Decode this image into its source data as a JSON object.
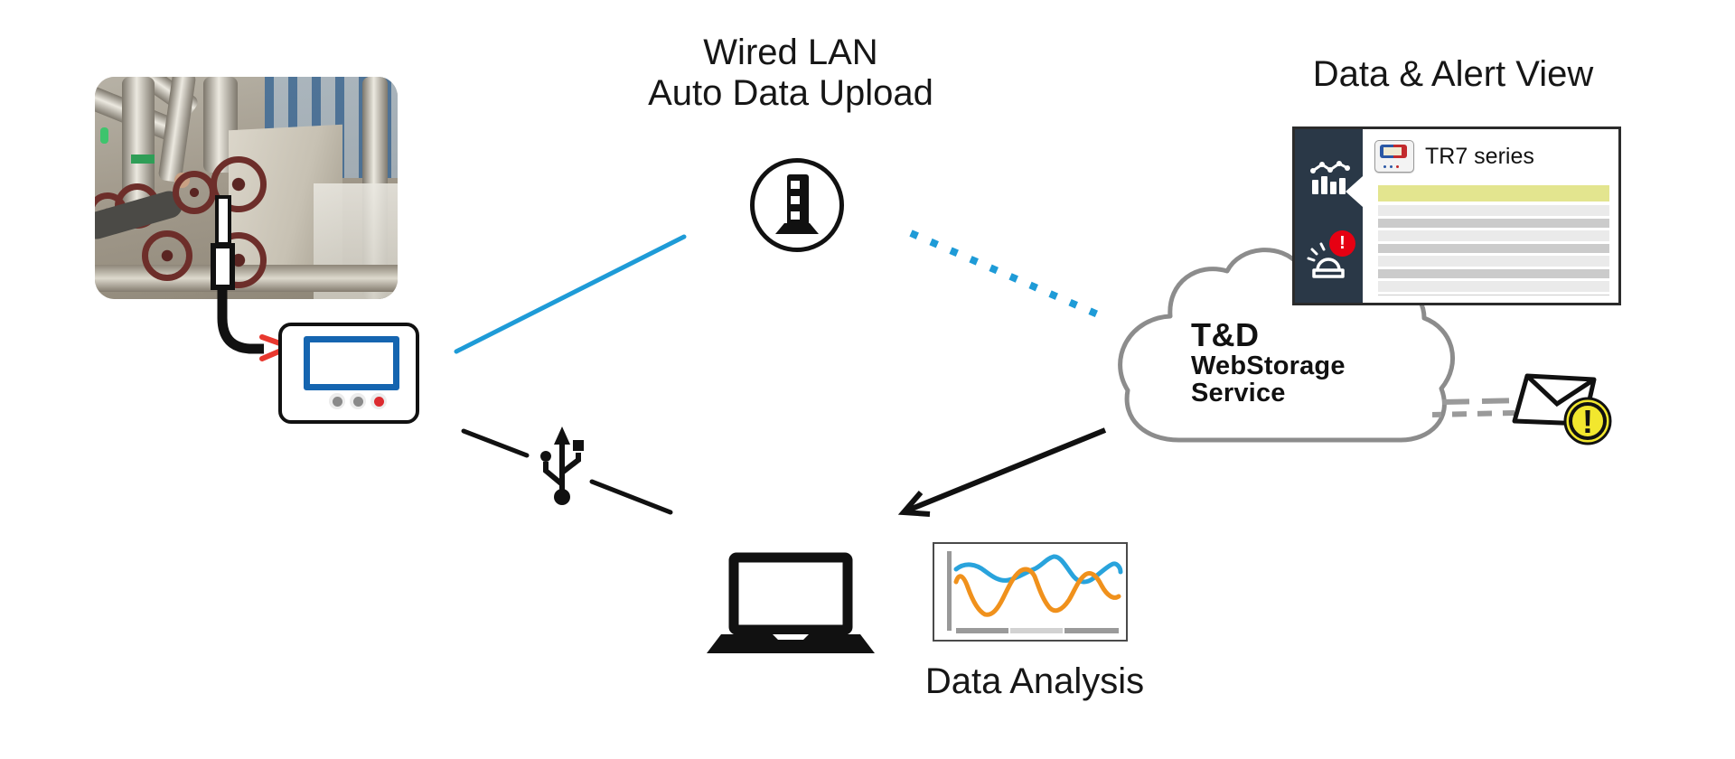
{
  "titles": {
    "wired_lan_1": "Wired LAN",
    "wired_lan_2": "Auto Data Upload",
    "data_alert": "Data & Alert View",
    "analysis": "Data Analysis"
  },
  "panel": {
    "device_label": "TR7 series",
    "alert_badge": "!"
  },
  "cloud": {
    "line1": "T&D",
    "line2": "WebStorage",
    "line3": "Service"
  },
  "mail": {
    "warning_badge": "!"
  },
  "colors": {
    "link_blue": "#1E9BD7",
    "logger_screen_blue": "#1565B0",
    "alert_red": "#E60012",
    "warning_yellow": "#F2E72E",
    "panel_navy": "#2A3847",
    "table_header_yellow": "#E3E58F",
    "chart_line_blue": "#29A3DC",
    "chart_line_orange": "#F0911C",
    "cloud_outline_gray": "#8C8C8C"
  },
  "icons": [
    "industrial-photo",
    "sensor-probe-icon",
    "sensor-cable",
    "data-logger-device",
    "lan-hub-icon",
    "usb-icon",
    "graph-icon",
    "alarm-icon",
    "alert-badge",
    "tr7-device-icon",
    "cloud-icon",
    "mail-icon",
    "warning-badge",
    "laptop-icon",
    "line-chart-icon"
  ]
}
